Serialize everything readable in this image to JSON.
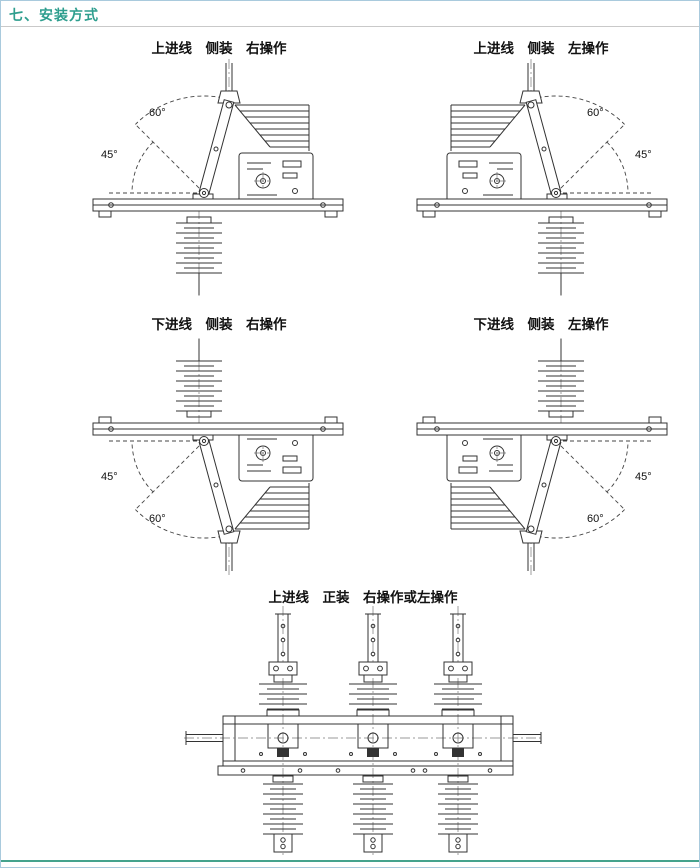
{
  "header": {
    "title": "七、安装方式"
  },
  "diagrams": [
    {
      "label": "上进线　侧装　右操作",
      "angle_60": "60°",
      "angle_45": "45°"
    },
    {
      "label": "上进线　侧装　左操作",
      "angle_60": "60°",
      "angle_45": "45°"
    },
    {
      "label": "下进线　侧装　右操作",
      "angle_60": "60°",
      "angle_45": "45°"
    },
    {
      "label": "下进线　侧装　左操作",
      "angle_60": "60°",
      "angle_45": "45°"
    },
    {
      "label": "上进线　正装　右操作或左操作"
    }
  ],
  "colors": {
    "accent": "#2e9e8e",
    "border": "#a9cadd",
    "line": "#333333"
  }
}
